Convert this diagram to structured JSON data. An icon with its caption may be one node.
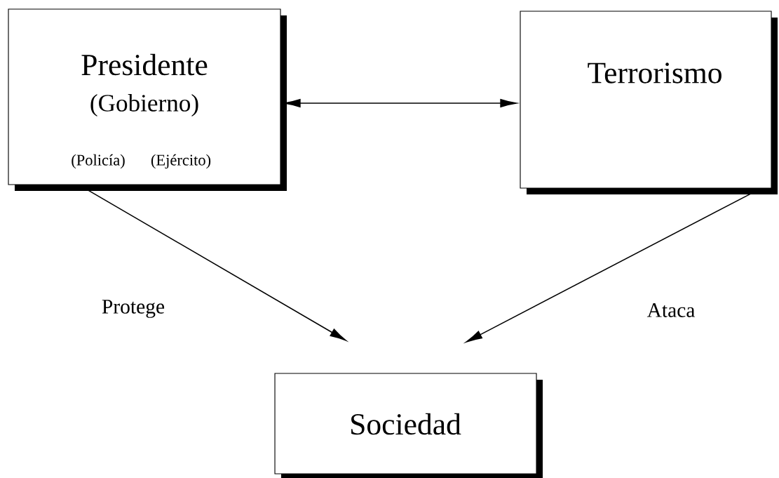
{
  "diagram": {
    "nodes": [
      {
        "text": [
          "Presidente",
          "(Gobierno)",
          "(Policía)",
          "(Ejército)"
        ]
      },
      {
        "text": [
          "Terrorismo"
        ]
      },
      {
        "text": [
          "Sociedad"
        ]
      }
    ],
    "edges": [
      {
        "from": 0,
        "to": 1,
        "arrow": "both"
      },
      {
        "from": 0,
        "to": 2,
        "arrow": "to",
        "label": "Protege"
      },
      {
        "from": 1,
        "to": 2,
        "arrow": "to",
        "label": "Ataca"
      }
    ]
  }
}
